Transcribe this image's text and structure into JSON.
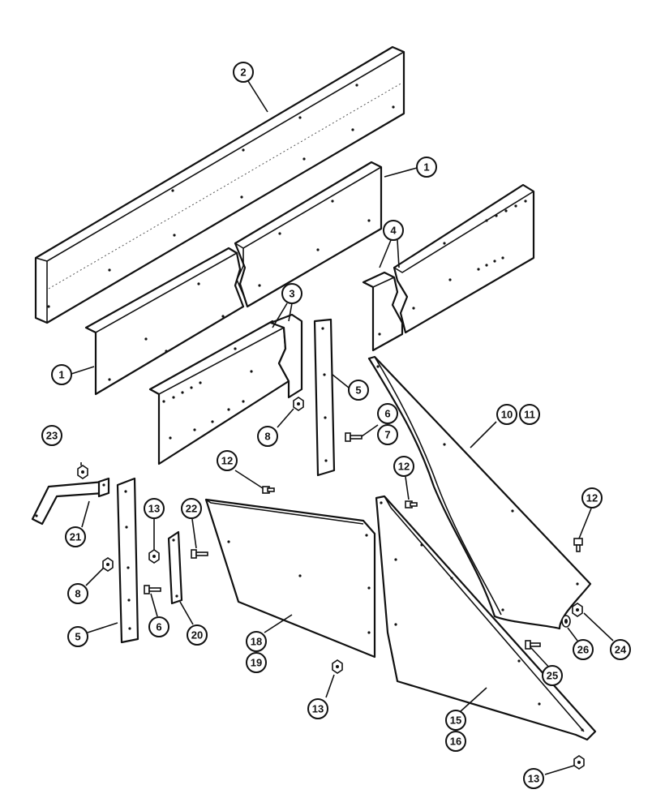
{
  "callouts": {
    "c2": "2",
    "c1a": "1",
    "c1b": "1",
    "c4": "4",
    "c3": "3",
    "c5a": "5",
    "c5b": "5",
    "c6a": "6",
    "c7": "7",
    "c6b": "6",
    "c8a": "8",
    "c8b": "8",
    "c10": "10",
    "c11": "11",
    "c12a": "12",
    "c12b": "12",
    "c12c": "12",
    "c13a": "13",
    "c13b": "13",
    "c13c": "13",
    "c15": "15",
    "c16": "16",
    "c18": "18",
    "c19": "19",
    "c20": "20",
    "c21": "21",
    "c22": "22",
    "c23": "23",
    "c24": "24",
    "c25": "25",
    "c26": "26"
  }
}
